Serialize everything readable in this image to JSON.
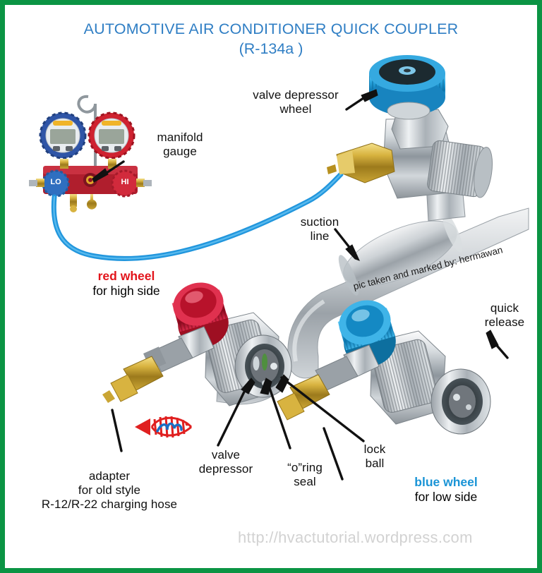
{
  "border_color": "#0b9444",
  "title": {
    "line1": "AUTOMOTIVE AIR CONDITIONER QUICK COUPLER",
    "line2": "(R-134a )",
    "color": "#2f7ec4"
  },
  "labels": {
    "manifold_gauge": "manifold\ngauge",
    "valve_depressor_wheel": "valve depressor\nwheel",
    "suction_line": "suction\nline",
    "quick_release": "quick\nrelease",
    "red_wheel_bold": "red wheel",
    "red_wheel_sub": "for high side",
    "blue_wheel_bold": "blue wheel",
    "blue_wheel_sub": "for low side",
    "valve_depressor": "valve\ndepressor",
    "oring_seal": "“o”ring\nseal",
    "lock_ball": "lock\nball",
    "adapter": "adapter\nfor old style\nR-12/R-22 charging hose"
  },
  "gauge": {
    "lo": "LO",
    "hi": "HI"
  },
  "watermark": "http://hvactutorial.wordpress.com",
  "photo_credit": "pic taken and marked by: hermawan",
  "colors": {
    "red_text": "#e2141b",
    "blue_text": "#1a94d6",
    "hose_blue": "#2196dd",
    "brass": "#c9a227",
    "chrome": "#c7ccd1",
    "red_wheel": "#c8102e",
    "blue_wheel": "#1d9bd7",
    "watermark_gray": "#d2d2d2"
  }
}
